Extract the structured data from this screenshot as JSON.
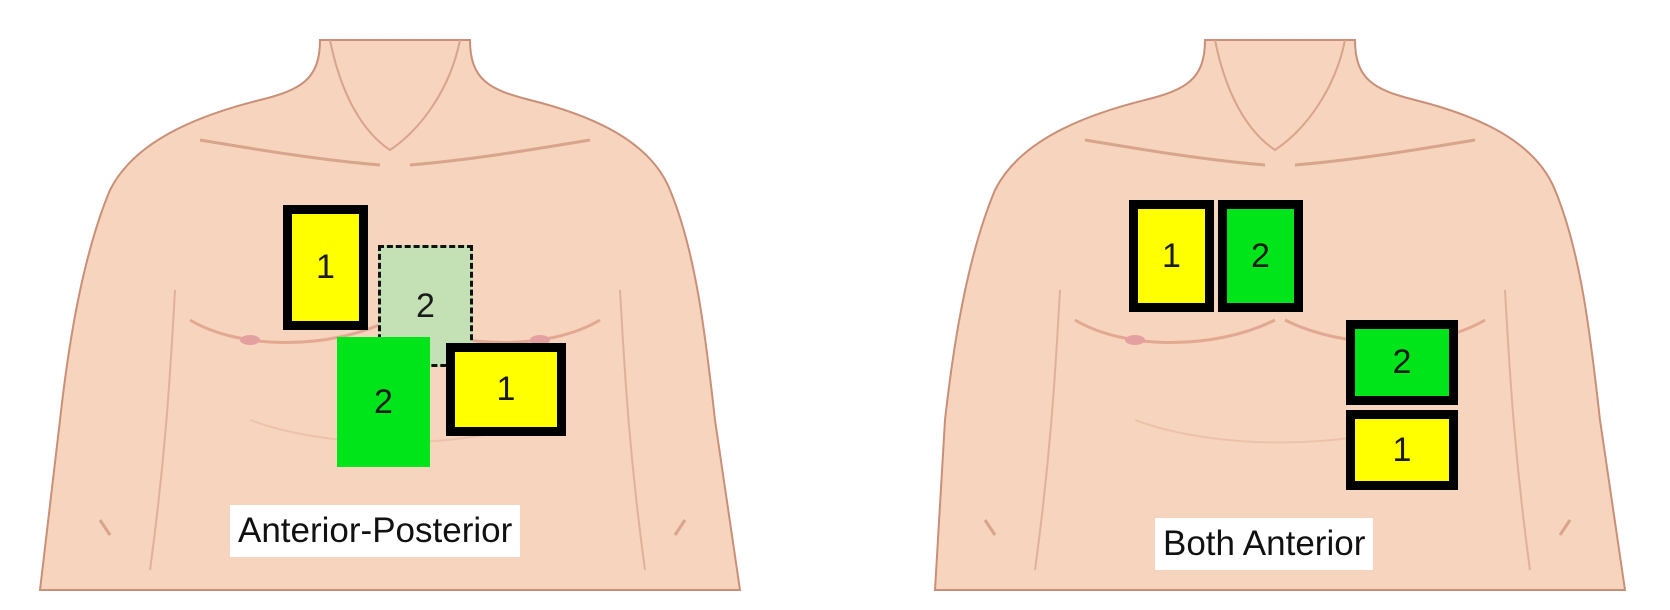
{
  "panels": {
    "anterior_posterior": {
      "caption": "Anterior-Posterior",
      "pads": [
        {
          "label": "1",
          "color": "#ffff00",
          "style": "solid"
        },
        {
          "label": "2",
          "color": "#c3e1b4",
          "style": "dashed"
        },
        {
          "label": "2",
          "color": "#00e51a",
          "style": "none"
        },
        {
          "label": "1",
          "color": "#ffff00",
          "style": "solid"
        }
      ]
    },
    "both_anterior": {
      "caption": "Both Anterior",
      "pads": [
        {
          "label": "1",
          "color": "#ffff00",
          "style": "solid"
        },
        {
          "label": "2",
          "color": "#00e51a",
          "style": "solid"
        },
        {
          "label": "2",
          "color": "#00e51a",
          "style": "solid"
        },
        {
          "label": "1",
          "color": "#ffff00",
          "style": "solid"
        }
      ]
    }
  },
  "colors": {
    "skin": "#f6d4bd",
    "skin_shadow": "#e9b79c",
    "outline": "#c98f78",
    "background": "#ffffff"
  }
}
